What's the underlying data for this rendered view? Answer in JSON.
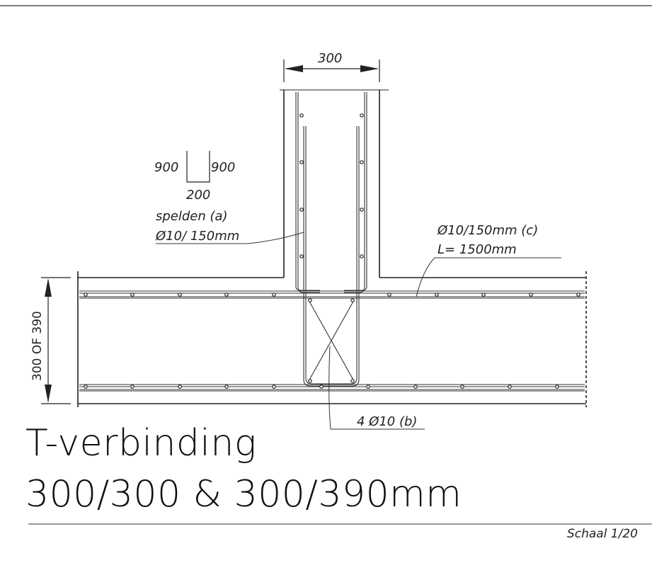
{
  "drawing": {
    "dimension_top": "300",
    "dimension_left": "300 OF 390",
    "hook_left": "900",
    "hook_right": "900",
    "hook_bottom": "200",
    "label_a_line1": "spelden (a)",
    "label_a_line2": "Ø10/ 150mm",
    "label_c_line1": "Ø10/150mm  (c)",
    "label_c_line2": "L= 1500mm",
    "label_b": "4 Ø10  (b)"
  },
  "title": {
    "line1": "T-verbinding",
    "line2": "300/300 & 300/390mm"
  },
  "footer": {
    "scale": "Schaal 1/20"
  }
}
